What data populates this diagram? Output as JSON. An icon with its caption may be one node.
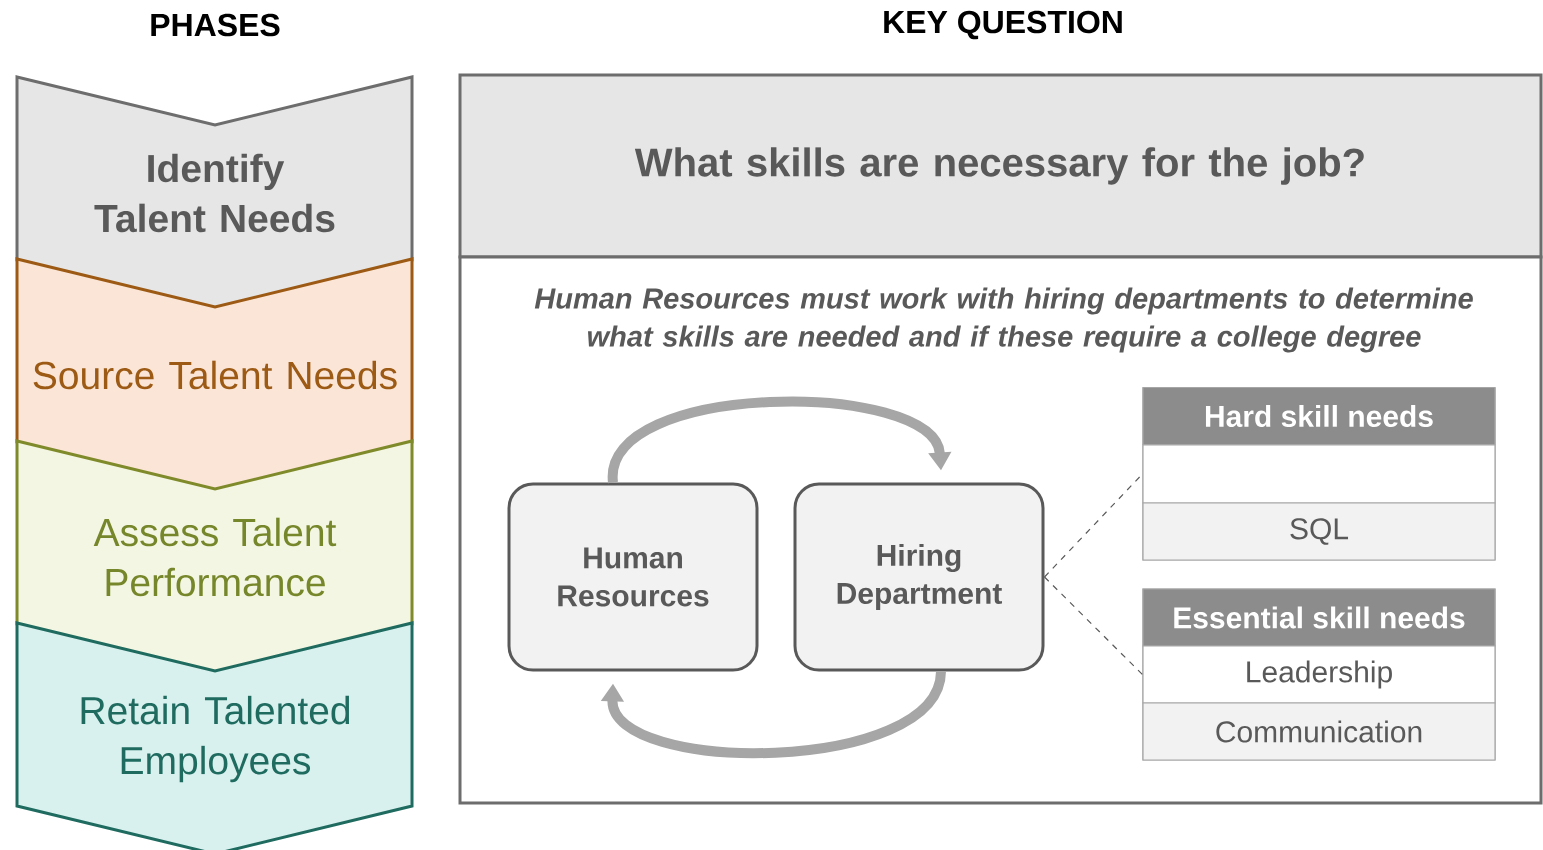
{
  "diagram": {
    "nodes": [
      {
        "text": [
          "Identify Talent Needs"
        ]
      },
      {
        "text": [
          "Source Talent Needs"
        ]
      },
      {
        "text": [
          "Assess Talent Performance"
        ]
      },
      {
        "text": [
          "Retain Talented Employees"
        ]
      },
      {
        "text": [
          "What skills are necessary for the job?"
        ]
      },
      {
        "text": [
          "Human Resources must work with hiring departments to determine what skills are needed and if these require a college degree"
        ]
      },
      {
        "text": [
          "Human Resources"
        ],
        "in": 5
      },
      {
        "text": [
          "Hiring Department"
        ],
        "in": 5
      },
      {
        "text": [
          "Hard skill needs"
        ],
        "in": 5
      },
      {
        "text": [],
        "shape": "box",
        "in": 8
      },
      {
        "text": [
          "SQL"
        ],
        "in": 8
      },
      {
        "text": [
          "Essential skill needs"
        ],
        "in": 5
      },
      {
        "text": [
          "Leadership"
        ],
        "in": 11
      },
      {
        "text": [
          "Communication"
        ],
        "in": 11
      }
    ],
    "edges": [
      {
        "from": 6,
        "to": 7,
        "arrow": "to",
        "style": "thick"
      },
      {
        "from": 7,
        "to": 6,
        "arrow": "to",
        "style": "thick"
      },
      {
        "from": 7,
        "to": 8,
        "arrow": "none",
        "style": "dashed"
      },
      {
        "from": 7,
        "to": 11,
        "arrow": "none",
        "style": "dashed"
      }
    ],
    "labels": [
      "PHASES",
      "KEY QUESTION"
    ]
  }
}
